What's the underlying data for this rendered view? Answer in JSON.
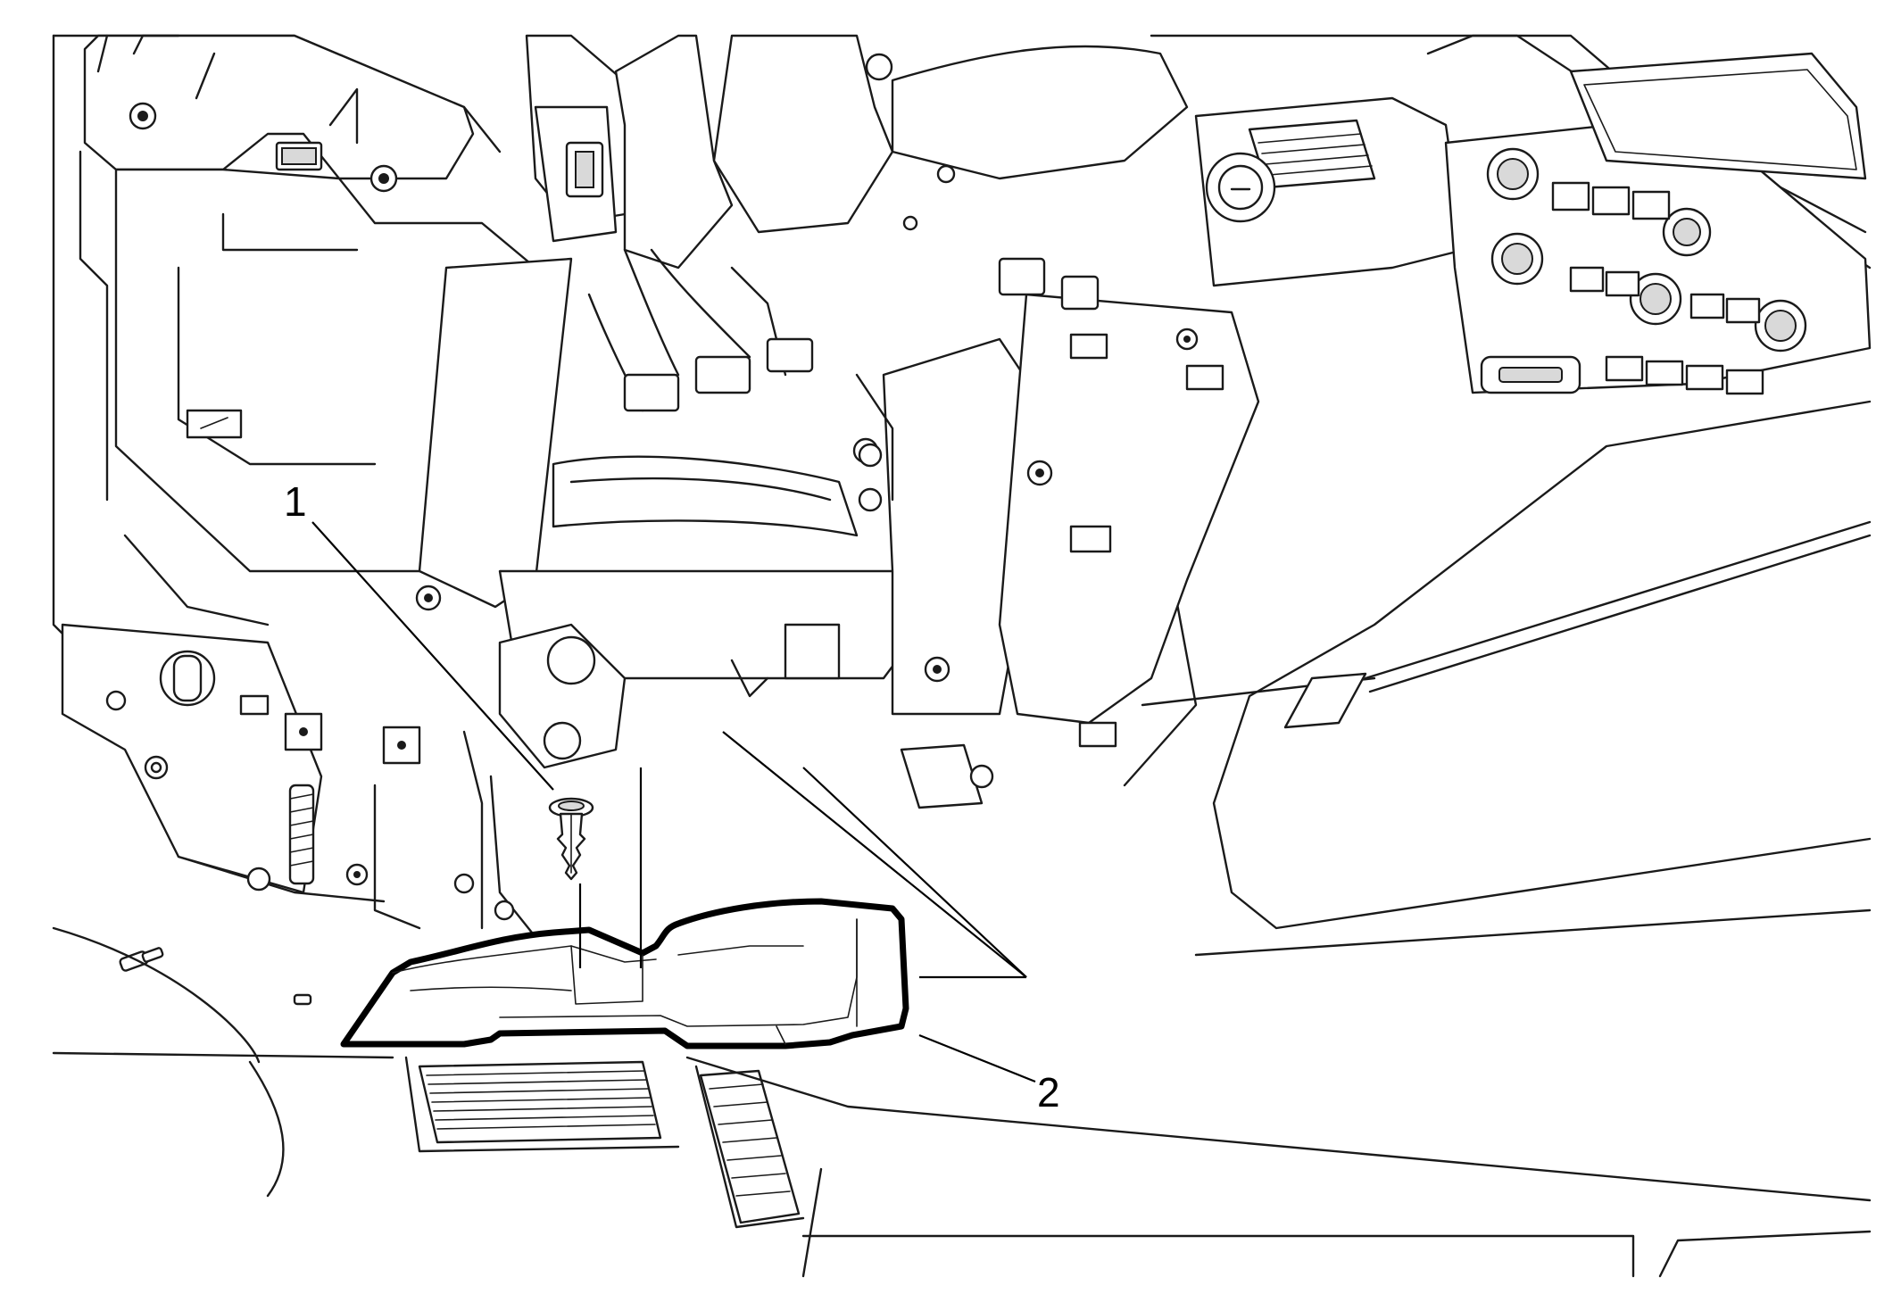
{
  "callouts": [
    {
      "id": "1",
      "label": "1"
    },
    {
      "id": "2",
      "label": "2"
    }
  ],
  "colors": {
    "line": "#1a1a1a",
    "highlight": "#000000",
    "background": "#ffffff"
  }
}
